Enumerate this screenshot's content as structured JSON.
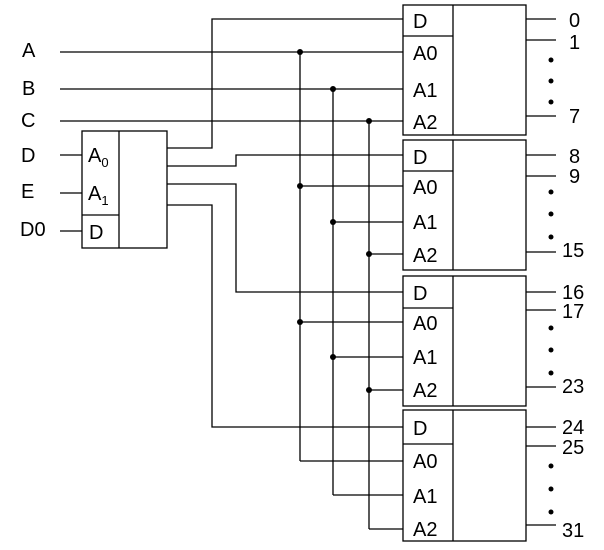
{
  "inputs": {
    "a": "A",
    "b": "B",
    "c": "C",
    "d": "D",
    "e": "E",
    "d0": "D0"
  },
  "first_stage": {
    "address_0": "A",
    "address_0_sub": "0",
    "address_1": "A",
    "address_1_sub": "1",
    "data": "D"
  },
  "demux_blocks": [
    {
      "data": "D",
      "address_0": "A0",
      "address_1": "A1",
      "address_2": "A2",
      "output_first": "0",
      "output_second": "1",
      "output_last": "7"
    },
    {
      "data": "D",
      "address_0": "A0",
      "address_1": "A1",
      "address_2": "A2",
      "output_first": "8",
      "output_second": "9",
      "output_last": "15"
    },
    {
      "data": "D",
      "address_0": "A0",
      "address_1": "A1",
      "address_2": "A2",
      "output_first": "16",
      "output_second": "17",
      "output_last": "23"
    },
    {
      "data": "D",
      "address_0": "A0",
      "address_1": "A1",
      "address_2": "A2",
      "output_first": "24",
      "output_second": "25",
      "output_last": "31"
    }
  ]
}
